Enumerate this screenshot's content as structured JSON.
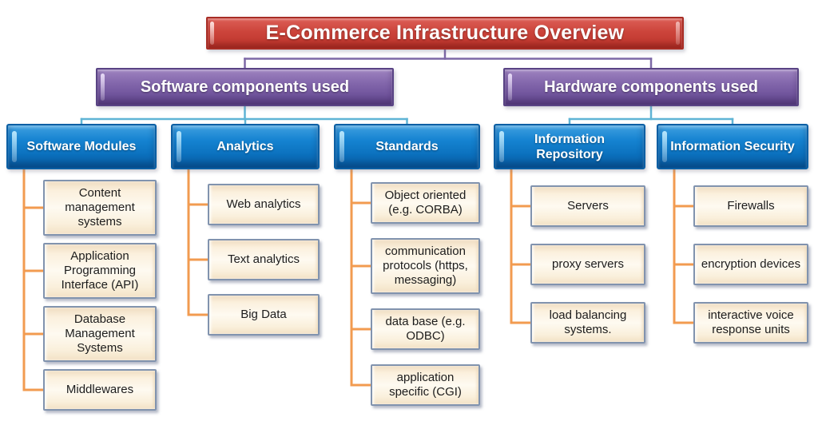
{
  "title": "E-Commerce Infrastructure Overview",
  "colors": {
    "title_red": "#c23b31",
    "branch_purple": "#7a5ba3",
    "group_blue": "#0e72c0",
    "item_cream": "#fdf3e3",
    "connector_orange": "#f29b50",
    "connector_teal": "#5fb4d5",
    "connector_purple": "#7d68a6"
  },
  "branches": [
    {
      "label": "Software components used",
      "groups": [
        {
          "label": "Software Modules",
          "items": [
            "Content management systems",
            "Application Programming Interface (API)",
            "Database Management Systems",
            "Middlewares"
          ]
        },
        {
          "label": "Analytics",
          "items": [
            "Web analytics",
            "Text analytics",
            "Big Data"
          ]
        },
        {
          "label": "Standards",
          "items": [
            "Object oriented (e.g. CORBA)",
            "communication protocols (https, messaging)",
            "data base (e.g. ODBC)",
            "application specific (CGI)"
          ]
        }
      ]
    },
    {
      "label": "Hardware components used",
      "groups": [
        {
          "label": "Information Repository",
          "items": [
            "Servers",
            "proxy servers",
            "load balancing systems."
          ]
        },
        {
          "label": "Information Security",
          "items": [
            "Firewalls",
            "encryption devices",
            "interactive voice response units"
          ]
        }
      ]
    }
  ]
}
